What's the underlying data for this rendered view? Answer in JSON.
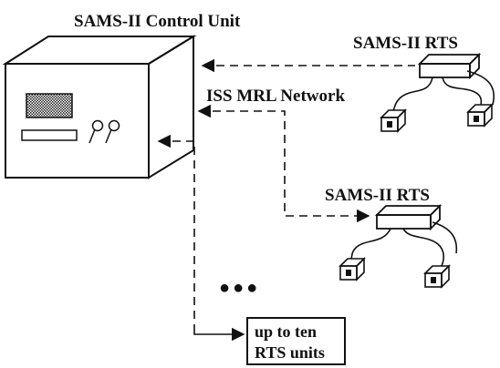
{
  "labels": {
    "control_unit": "SAMS-II Control Unit",
    "rts_top": "SAMS-II RTS",
    "network": "ISS MRL Network",
    "rts_middle": "SAMS-II RTS",
    "ellipsis": "●●●",
    "rts_box_line1": "up to ten",
    "rts_box_line2": "RTS units"
  }
}
